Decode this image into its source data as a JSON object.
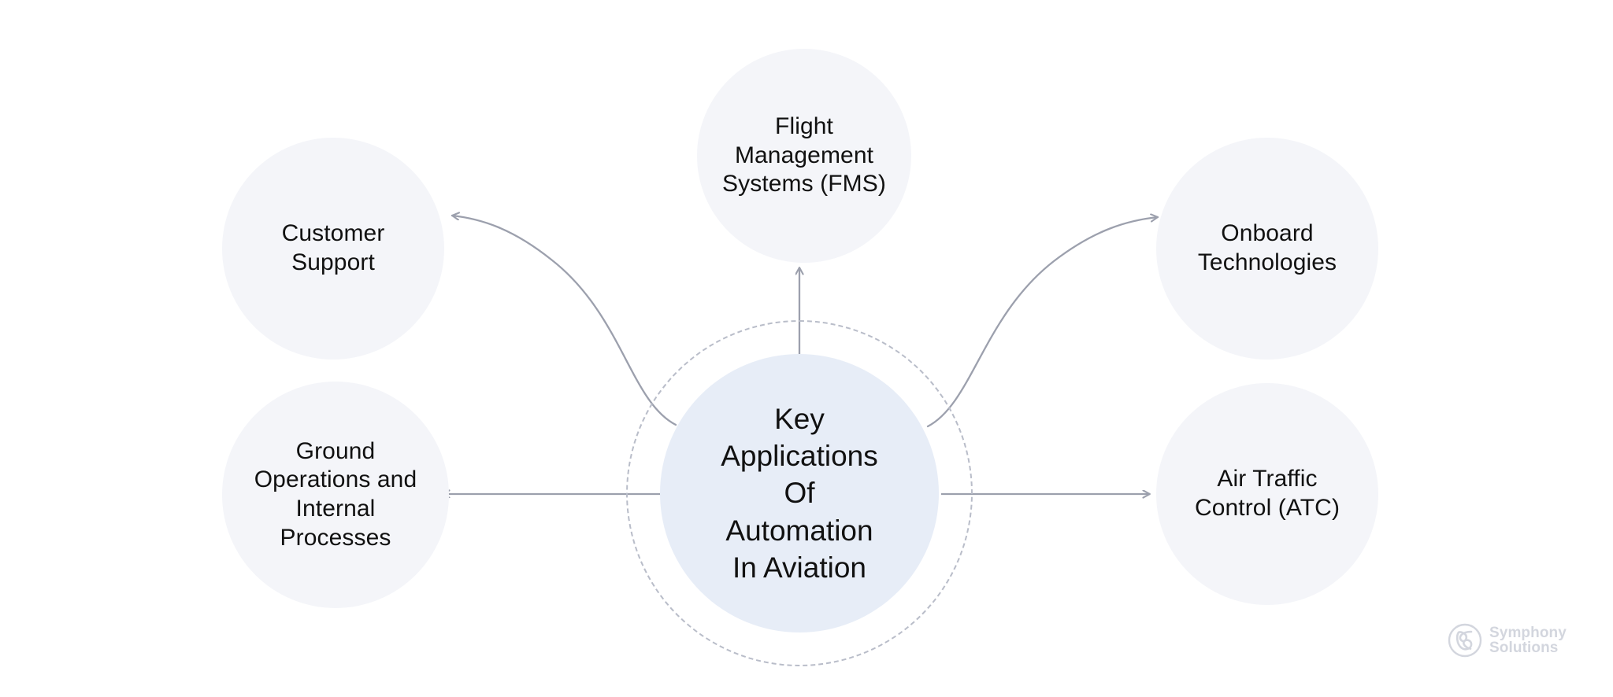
{
  "diagram": {
    "title": "Key Applications Of Automation In Aviation",
    "center": {
      "label": "Key\nApplications\nOf\nAutomation\nIn Aviation",
      "fill_color": "#e7edf7"
    },
    "ring": {
      "style": "dashed",
      "color": "#b9bdc9"
    },
    "edge_color": "#9ca0ad",
    "satellite_fill": "#f4f5f9",
    "nodes": [
      {
        "id": "flight-management-systems",
        "label": "Flight\nManagement\nSystems (FMS)",
        "position": "top",
        "edge": "straight-arrow-up"
      },
      {
        "id": "customer-support",
        "label": "Customer\nSupport",
        "position": "top-left",
        "edge": "curved-arrow-left"
      },
      {
        "id": "ground-operations",
        "label": "Ground\nOperations and\nInternal\nProcesses",
        "position": "bottom-left",
        "edge": "straight-arrow-left"
      },
      {
        "id": "onboard-technologies",
        "label": "Onboard\nTechnologies",
        "position": "top-right",
        "edge": "curved-arrow-right"
      },
      {
        "id": "air-traffic-control",
        "label": "Air Traffic\nControl (ATC)",
        "position": "bottom-right",
        "edge": "straight-arrow-right"
      }
    ]
  },
  "watermark": {
    "text": "Symphony\nSolutions",
    "color": "#d3d6de"
  }
}
